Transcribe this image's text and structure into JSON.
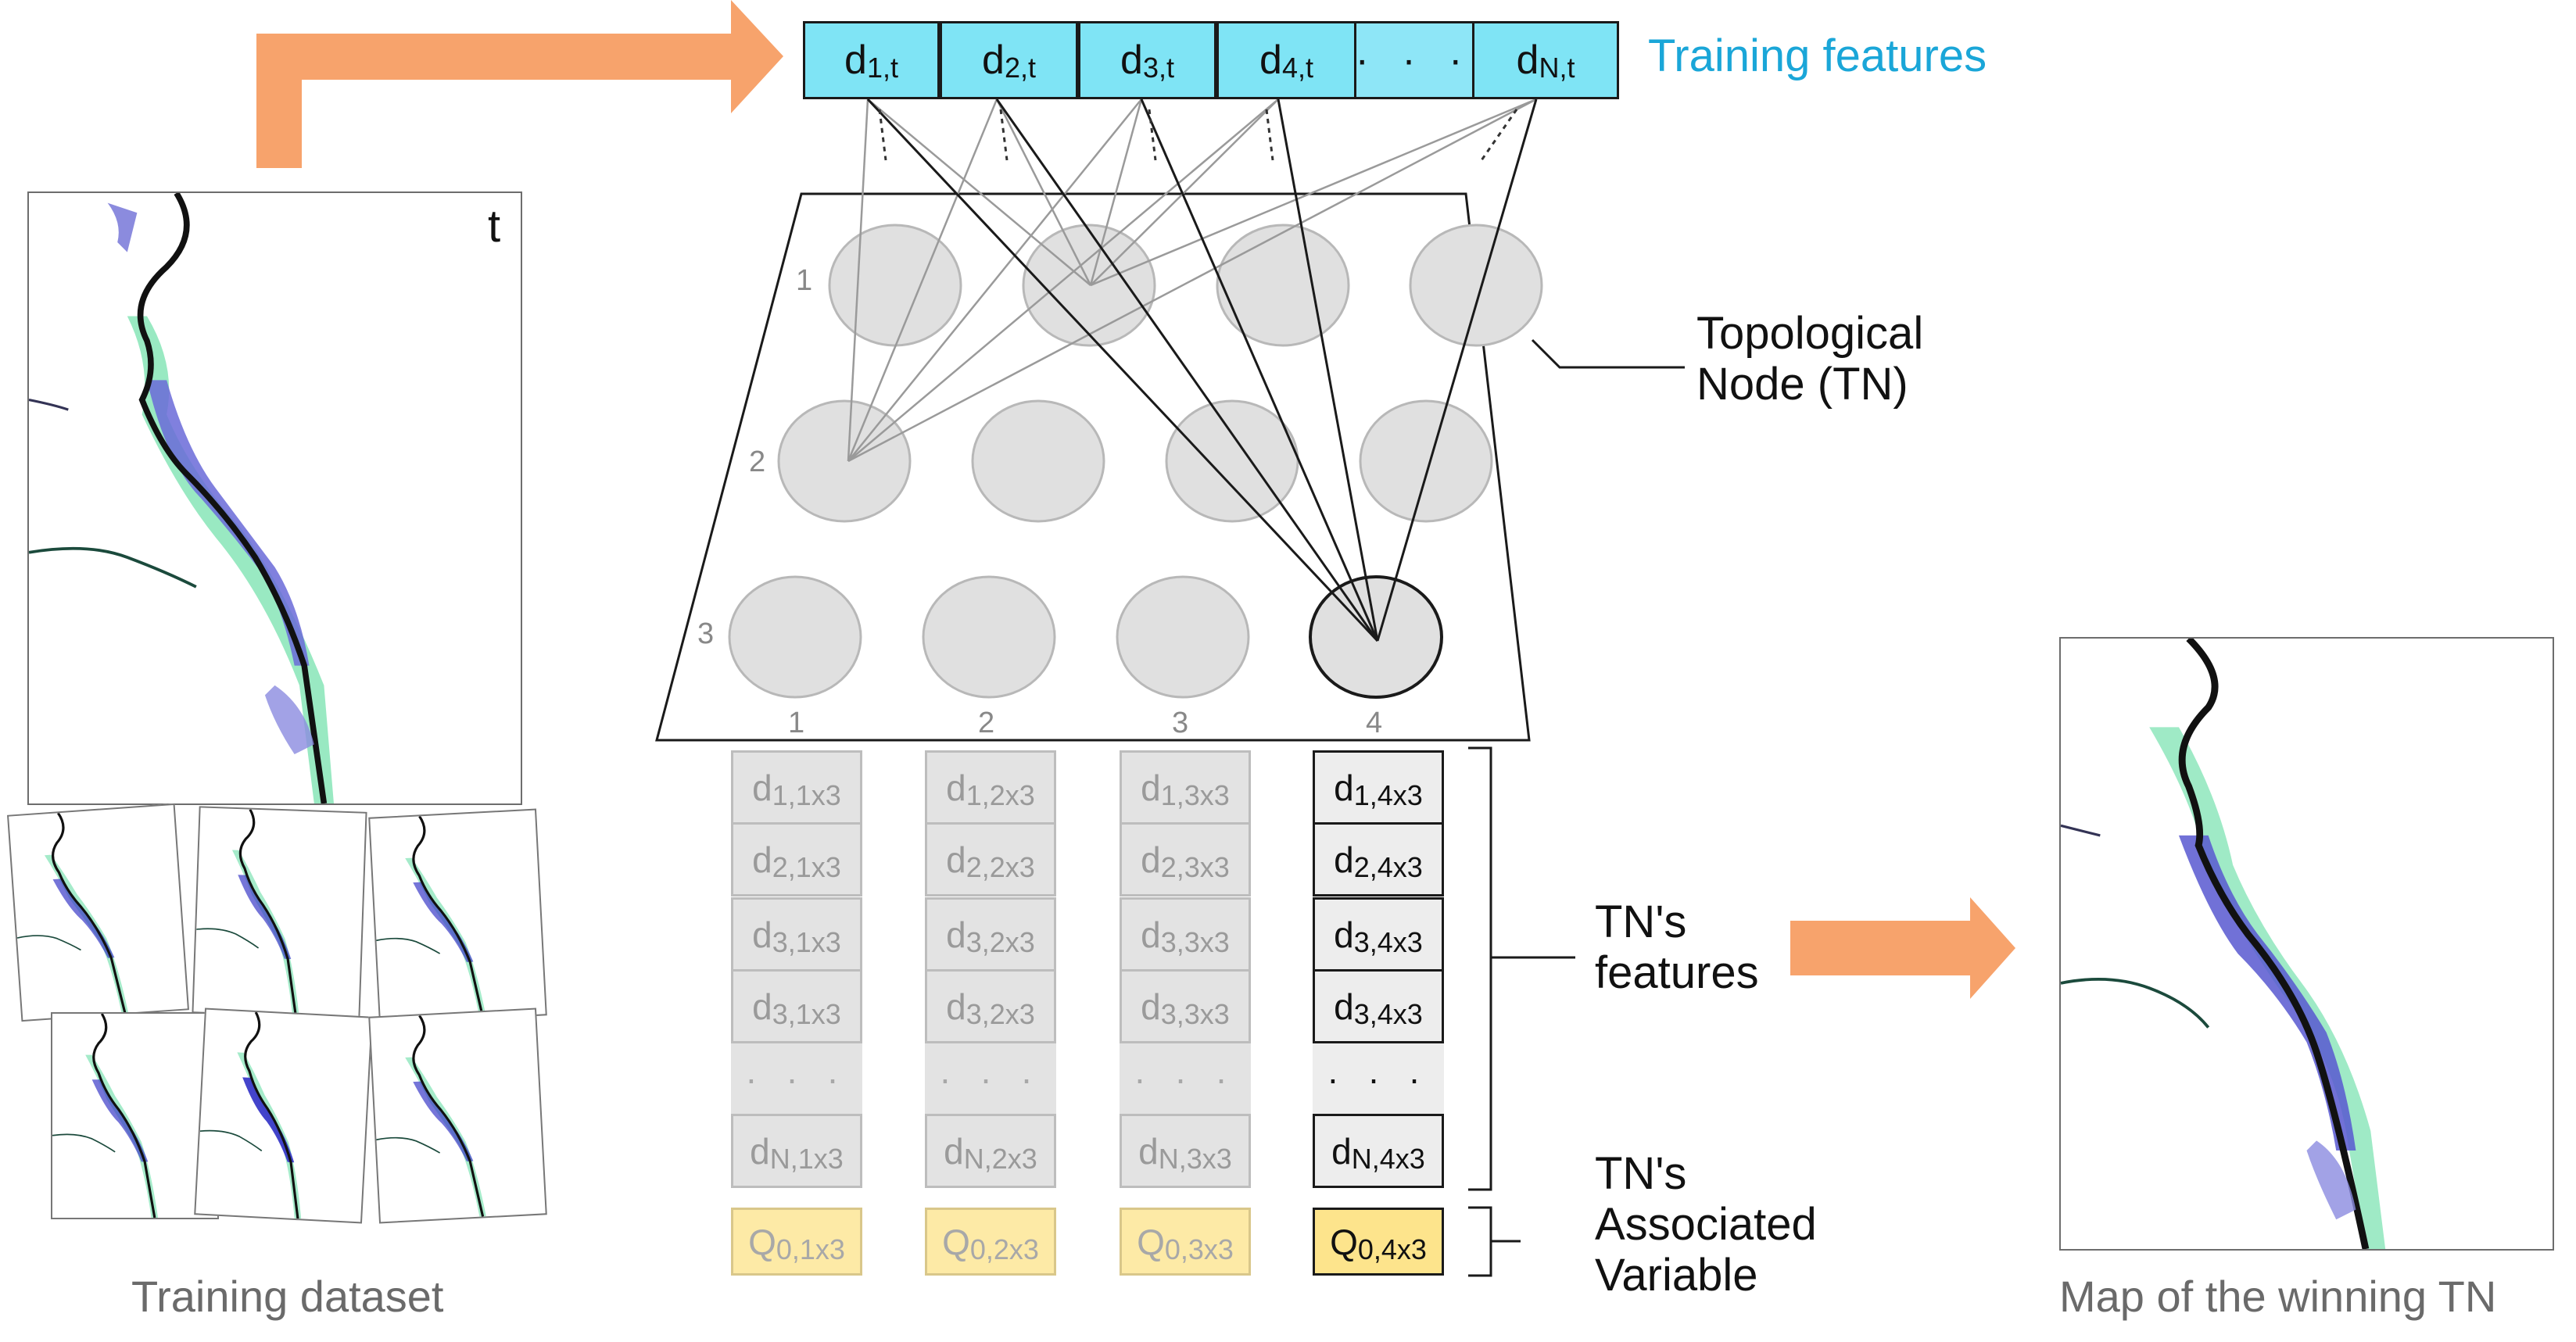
{
  "training_features": {
    "label": "Training features",
    "cells": [
      {
        "base": "d",
        "sub": "1,t"
      },
      {
        "base": "d",
        "sub": "2,t"
      },
      {
        "base": "d",
        "sub": "3,t"
      },
      {
        "base": "d",
        "sub": "4,t"
      },
      {
        "base": "· · ·",
        "sub": ""
      },
      {
        "base": "d",
        "sub": "N,t"
      }
    ]
  },
  "left_panel": {
    "time_label": "t",
    "caption": "Training dataset"
  },
  "som_grid": {
    "row_labels": [
      "1",
      "2",
      "3"
    ],
    "column_labels": [
      "1",
      "2",
      "3",
      "4"
    ],
    "winning_node": "3,4",
    "node_label": "Topological\nNode (TN)"
  },
  "tn_columns": [
    {
      "style": "grey",
      "features": [
        {
          "base": "d",
          "sub": "1,1x3"
        },
        {
          "base": "d",
          "sub": "2,1x3"
        },
        {
          "base": "d",
          "sub": "3,1x3"
        },
        {
          "base": "d",
          "sub": "3,1x3"
        },
        {
          "base": "· · ·",
          "sub": ""
        },
        {
          "base": "d",
          "sub": "N,1x3"
        }
      ],
      "q": {
        "base": "Q",
        "sub": "0,1x3"
      }
    },
    {
      "style": "grey",
      "features": [
        {
          "base": "d",
          "sub": "1,2x3"
        },
        {
          "base": "d",
          "sub": "2,2x3"
        },
        {
          "base": "d",
          "sub": "3,2x3"
        },
        {
          "base": "d",
          "sub": "3,2x3"
        },
        {
          "base": "· · ·",
          "sub": ""
        },
        {
          "base": "d",
          "sub": "N,2x3"
        }
      ],
      "q": {
        "base": "Q",
        "sub": "0,2x3"
      }
    },
    {
      "style": "grey",
      "features": [
        {
          "base": "d",
          "sub": "1,3x3"
        },
        {
          "base": "d",
          "sub": "2,3x3"
        },
        {
          "base": "d",
          "sub": "3,3x3"
        },
        {
          "base": "d",
          "sub": "3,3x3"
        },
        {
          "base": "· · ·",
          "sub": ""
        },
        {
          "base": "d",
          "sub": "N,3x3"
        }
      ],
      "q": {
        "base": "Q",
        "sub": "0,3x3"
      }
    },
    {
      "style": "dark",
      "features": [
        {
          "base": "d",
          "sub": "1,4x3"
        },
        {
          "base": "d",
          "sub": "2,4x3"
        },
        {
          "base": "d",
          "sub": "3,4x3"
        },
        {
          "base": "d",
          "sub": "3,4x3"
        },
        {
          "base": "· · ·",
          "sub": ""
        },
        {
          "base": "d",
          "sub": "N,4x3"
        }
      ],
      "q": {
        "base": "Q",
        "sub": "0,4x3"
      }
    }
  ],
  "annotations": {
    "tn_features": "TN's\nfeatures",
    "tn_associated_variable": "TN's\nAssociated\nVariable",
    "map_caption": "Map of the winning TN"
  },
  "colors": {
    "arrow": "#f7a36c",
    "feature_fill": "#7fe4f5",
    "feature_label": "#1aa6d8",
    "node_fill": "#e0e0e0",
    "q_fill": "#fde48c",
    "water_dark": "#2a2ab8",
    "water_mid": "#6a6ad8",
    "vegetation": "#7fe3b3"
  }
}
